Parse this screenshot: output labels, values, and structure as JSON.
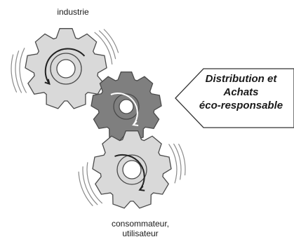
{
  "labels": {
    "top": "industrie",
    "bottom_line1": "consommateur,",
    "bottom_line2": "utilisateur"
  },
  "callout": {
    "line1": "Distribution et",
    "line2": "Achats",
    "line3": "éco-responsable"
  },
  "colors": {
    "gear_light": "#d9d9d9",
    "gear_dark": "#7f7f7f",
    "outline": "#4a4a4a",
    "text": "#1a1a1a"
  },
  "icons": [
    "gear-icon",
    "rotation-arrow-icon",
    "motion-lines-icon"
  ]
}
